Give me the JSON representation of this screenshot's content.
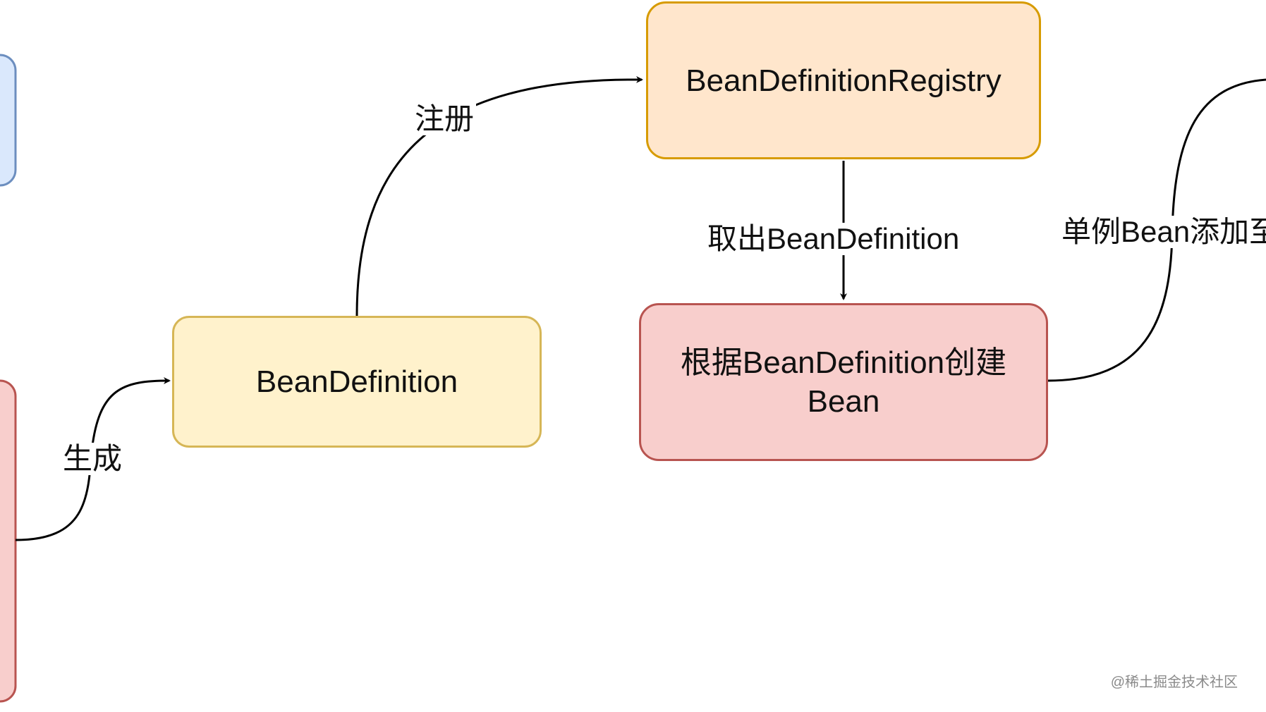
{
  "nodes": {
    "bean_definition": {
      "label": "BeanDefinition",
      "fill": "#fff2cc",
      "stroke": "#d6b656"
    },
    "registry": {
      "label": "BeanDefinitionRegistry",
      "fill": "#ffe6cc",
      "stroke": "#d79b00"
    },
    "create_bean": {
      "line1": "根据BeanDefinition创建",
      "line2": "Bean",
      "fill": "#f8cecc",
      "stroke": "#b85450"
    },
    "left_top_partial": {
      "fill": "#dae8fc",
      "stroke": "#6c8ebf"
    },
    "left_bottom_partial": {
      "fill": "#f8cecc",
      "stroke": "#b85450"
    }
  },
  "edges": {
    "generate": {
      "label": "生成"
    },
    "register": {
      "label": "注册"
    },
    "take_out": {
      "label": "取出BeanDefinition"
    },
    "singleton_add": {
      "label": "单例Bean添加至"
    }
  },
  "watermark": "@稀土掘金技术社区",
  "colors": {
    "edge": "#000000"
  }
}
